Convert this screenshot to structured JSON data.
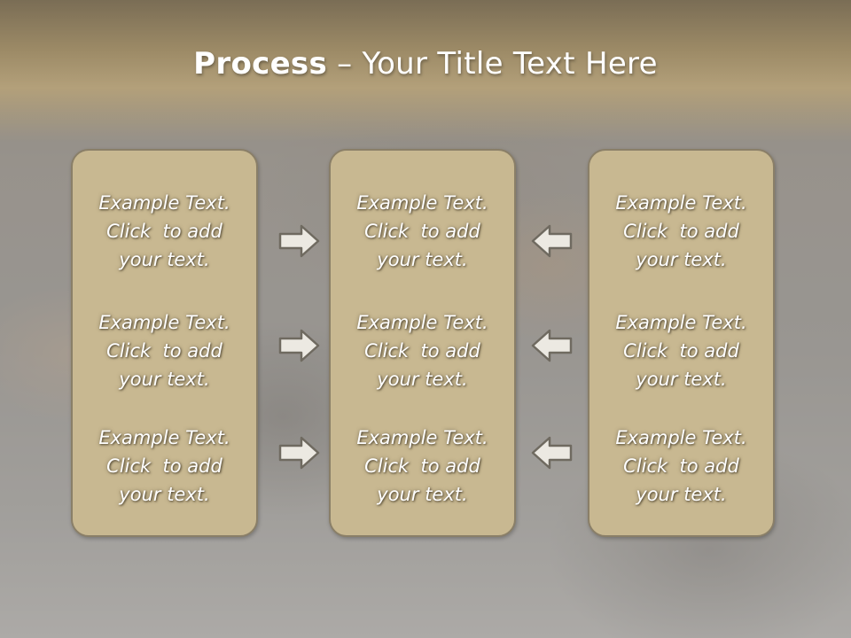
{
  "slide": {
    "title_bold": "Process",
    "title_rest": " – Your Title Text Here"
  },
  "columns": [
    {
      "items": [
        {
          "line1": "Example Text.",
          "line2": "Click  to add",
          "line3": "your text."
        },
        {
          "line1": "Example Text.",
          "line2": "Click  to add",
          "line3": "your text."
        },
        {
          "line1": "Example Text.",
          "line2": "Click  to add",
          "line3": "your text."
        }
      ]
    },
    {
      "items": [
        {
          "line1": "Example Text.",
          "line2": "Click  to add",
          "line3": "your text."
        },
        {
          "line1": "Example Text.",
          "line2": "Click  to add",
          "line3": "your text."
        },
        {
          "line1": "Example Text.",
          "line2": "Click  to add",
          "line3": "your text."
        }
      ]
    },
    {
      "items": [
        {
          "line1": "Example Text.",
          "line2": "Click  to add",
          "line3": "your text."
        },
        {
          "line1": "Example Text.",
          "line2": "Click  to add",
          "line3": "your text."
        },
        {
          "line1": "Example Text.",
          "line2": "Click  to add",
          "line3": "your text."
        }
      ]
    }
  ],
  "arrows": {
    "left_group": [
      "right-arrow-icon",
      "right-arrow-icon",
      "right-arrow-icon"
    ],
    "right_group": [
      "left-arrow-icon",
      "left-arrow-icon",
      "left-arrow-icon"
    ]
  },
  "colors": {
    "panel_fill": "#c8b891",
    "panel_border": "#8a7f68",
    "title_band": "#b3a07a",
    "text": "#ffffff"
  }
}
